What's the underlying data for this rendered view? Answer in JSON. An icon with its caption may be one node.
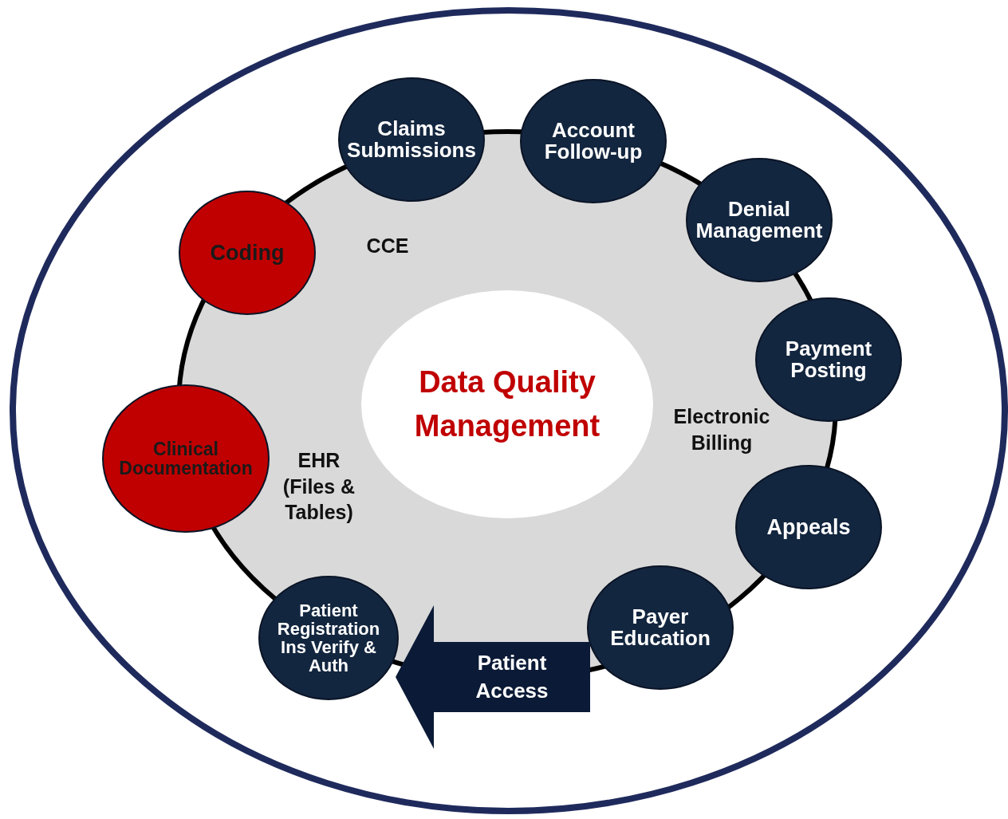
{
  "diagram": {
    "nodes": [
      {
        "text": [
          "Claims Submissions"
        ]
      },
      {
        "text": [
          "Account Follow-up"
        ]
      },
      {
        "text": [
          "Denial Management"
        ]
      },
      {
        "text": [
          "Payment Posting"
        ]
      },
      {
        "text": [
          "Appeals"
        ]
      },
      {
        "text": [
          "Payer Education"
        ]
      },
      {
        "text": [
          "Patient Registration Ins Verify & Auth"
        ]
      },
      {
        "text": [
          "Clinical Documentation"
        ]
      },
      {
        "text": [
          "Coding"
        ]
      },
      {
        "text": [
          "Data Quality Management"
        ]
      }
    ],
    "edges": [
      {
        "from": 5,
        "to": 6,
        "arrow": "to",
        "label": "Patient Access"
      }
    ],
    "labels": [
      "CCE",
      "Electronic Billing",
      "EHR (Files & Tables)"
    ]
  }
}
